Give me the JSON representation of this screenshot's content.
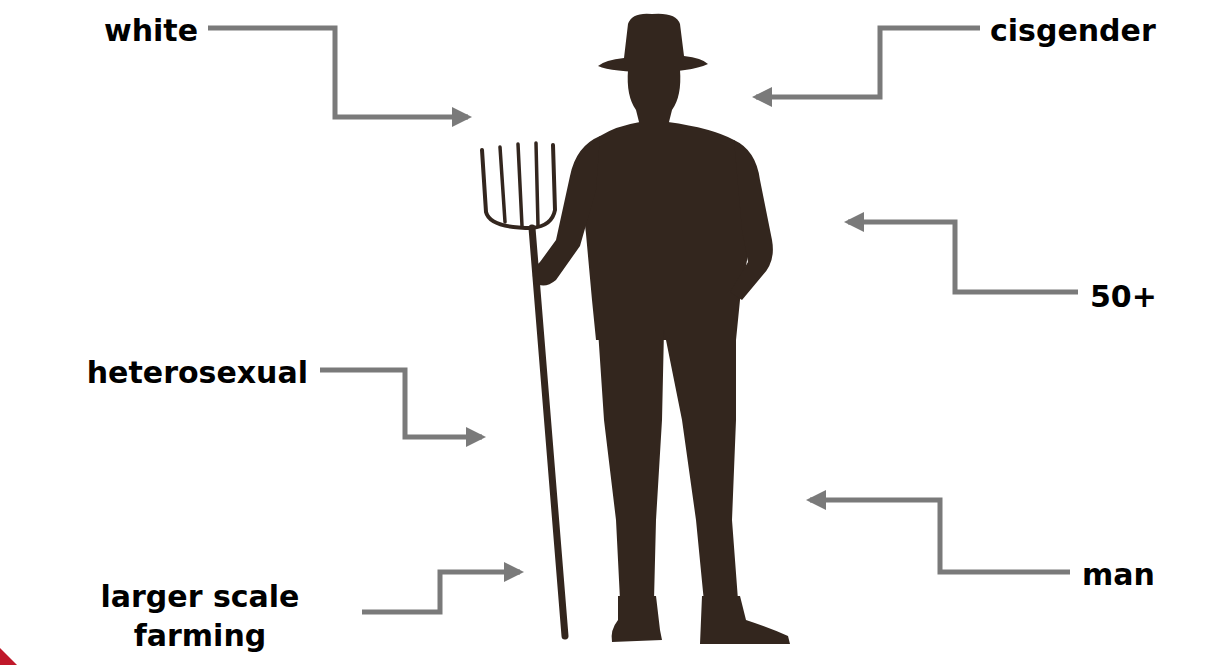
{
  "diagram": {
    "labels": [
      "white",
      "cisgender",
      "50+",
      "heterosexual",
      "man",
      "larger scale farming"
    ]
  }
}
